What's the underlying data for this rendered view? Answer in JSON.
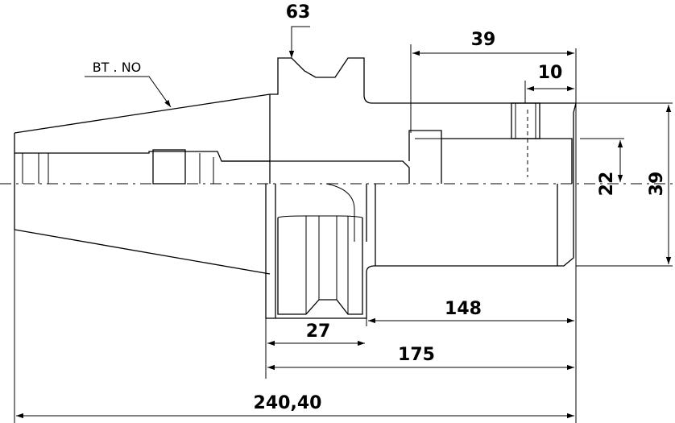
{
  "drawing": {
    "part_label": "BT . NO",
    "dimensions": {
      "flange_diameter": "63",
      "length_39_top": "39",
      "length_10": "10",
      "diameter_22": "22",
      "diameter_39": "39",
      "length_148": "148",
      "flange_27": "27",
      "length_175": "175",
      "overall_length": "240,40"
    }
  }
}
